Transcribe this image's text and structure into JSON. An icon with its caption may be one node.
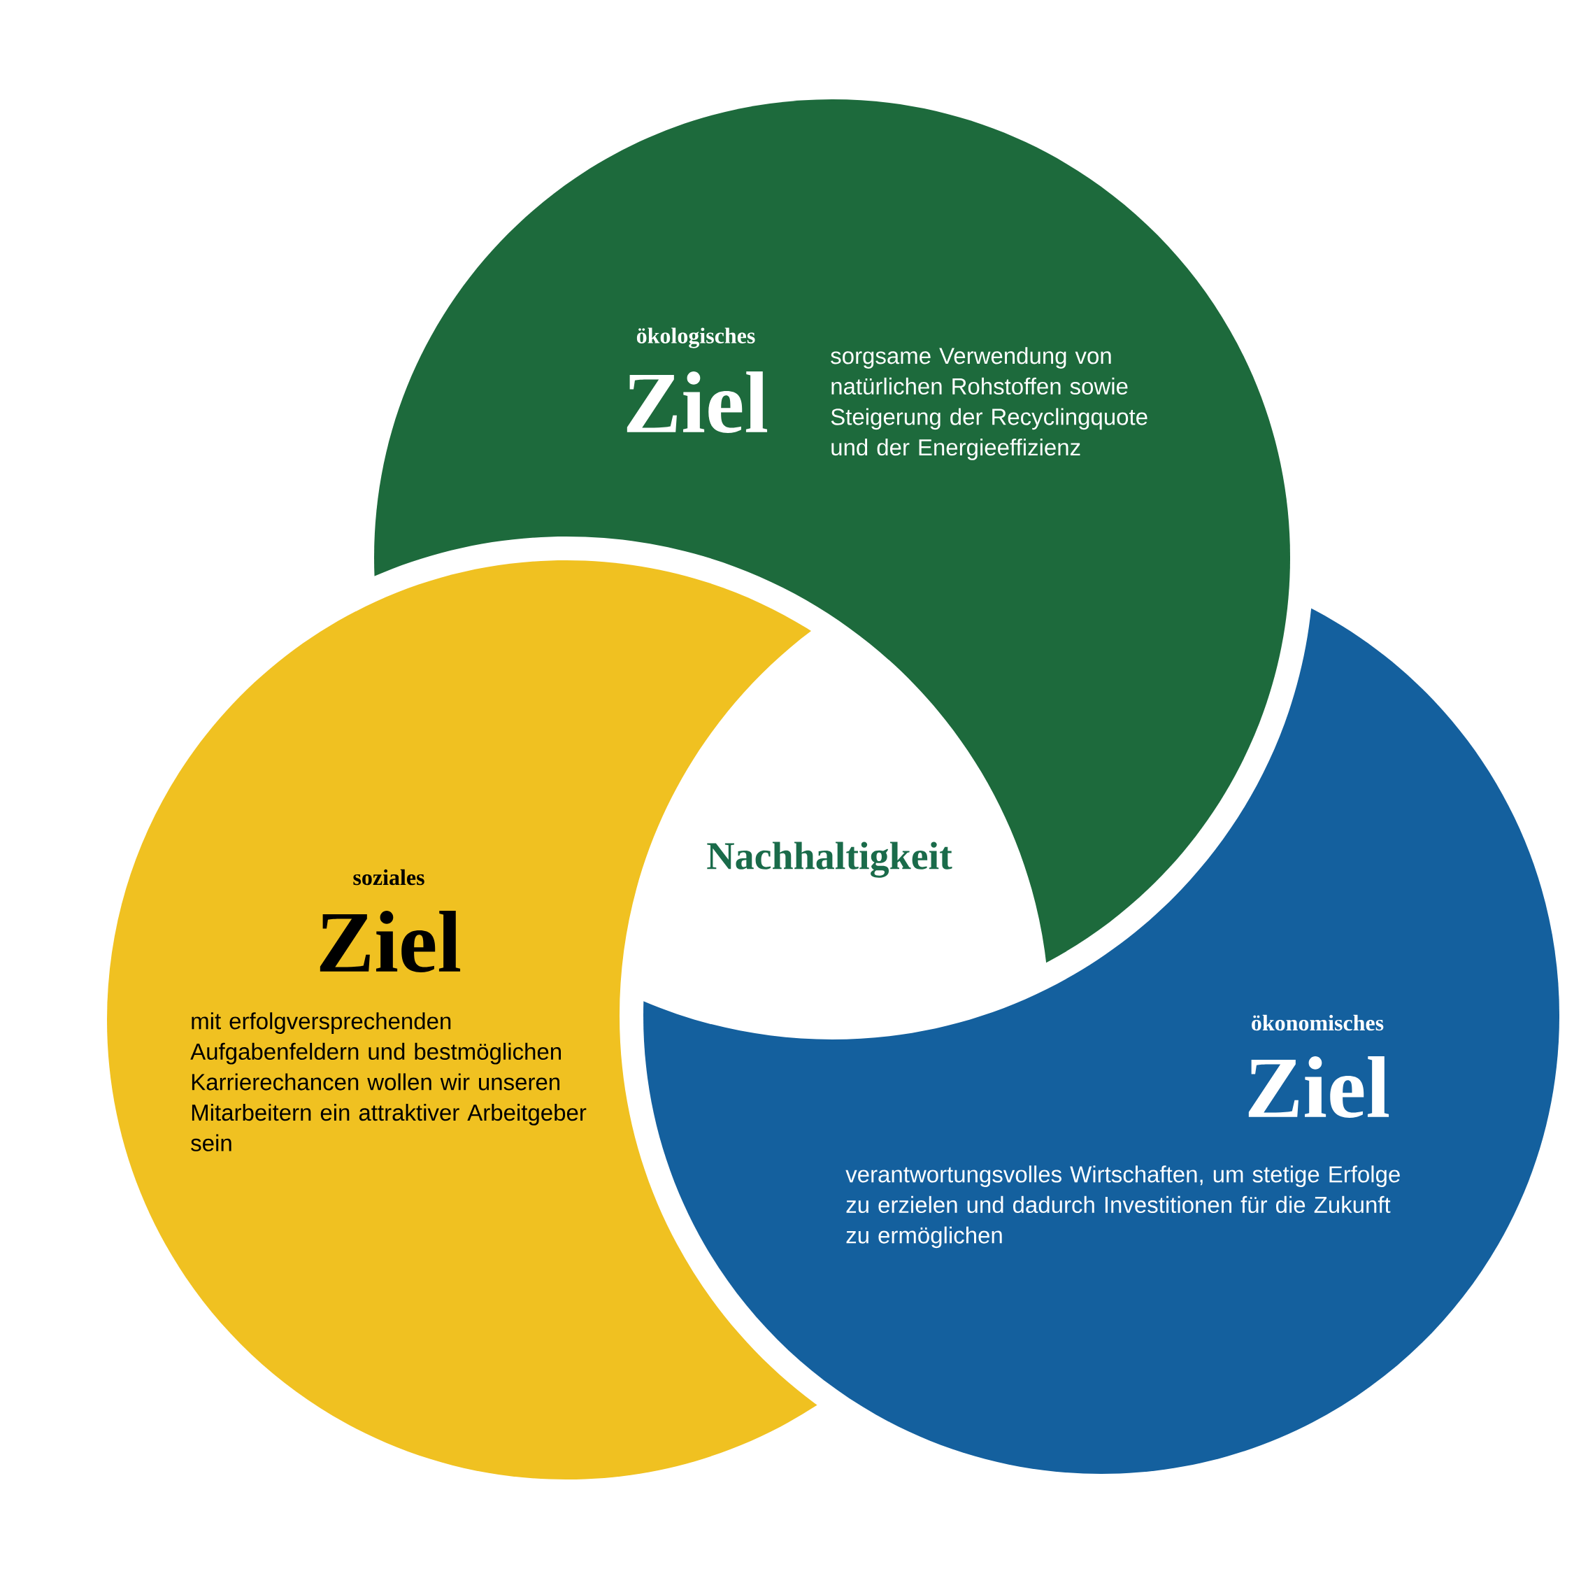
{
  "diagram": {
    "nodes": [
      {
        "text": [
          "ökologisches",
          "Ziel",
          "sorgsame Verwendung von natürlichen Rohstoffen sowie Steigerung der Recyclingquote und der Energieeffizienz"
        ]
      },
      {
        "text": [
          "soziales",
          "Ziel",
          "mit erfolgversprechenden Aufgabenfeldern und bestmöglichen Karrierechancen wollen wir unseren Mitarbeitern ein attraktiver Arbeitgeber sein"
        ]
      },
      {
        "text": [
          "ökonomisches",
          "Ziel",
          "verantwortungsvolles Wirtschaften, um stetige Erfolge zu erzielen und dadurch Investitionen für die Zukunft zu ermöglichen"
        ]
      }
    ],
    "labels": [
      "Nachhaltigkeit"
    ]
  }
}
